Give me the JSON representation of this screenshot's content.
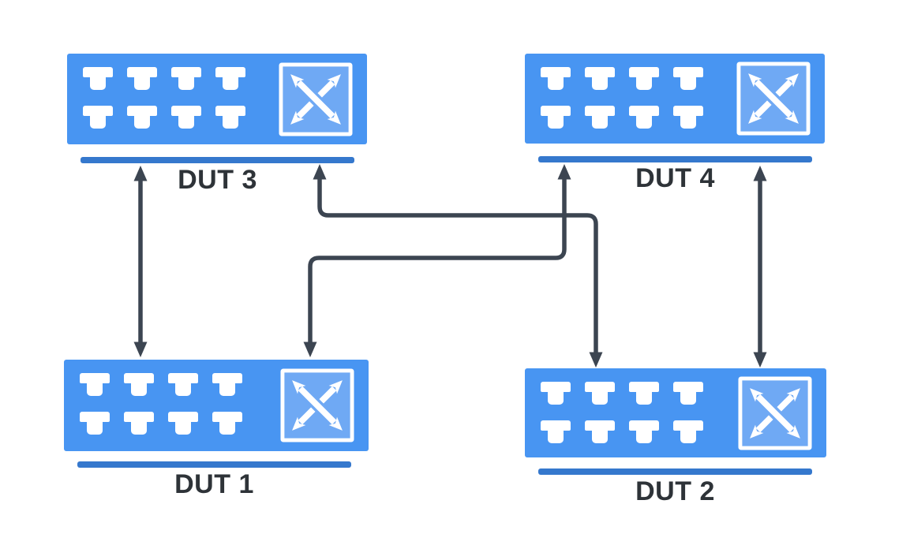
{
  "diagram": {
    "type": "network-topology",
    "nodes": [
      {
        "id": "dut3",
        "label": "DUT 3",
        "position": "top-left",
        "kind": "switch",
        "ports": 8
      },
      {
        "id": "dut4",
        "label": "DUT 4",
        "position": "top-right",
        "kind": "switch",
        "ports": 8
      },
      {
        "id": "dut1",
        "label": "DUT 1",
        "position": "bottom-left",
        "kind": "switch",
        "ports": 8
      },
      {
        "id": "dut2",
        "label": "DUT 2",
        "position": "bottom-right",
        "kind": "switch",
        "ports": 8
      }
    ],
    "node_style": {
      "port_rows": 2,
      "ports_per_row": 4,
      "icon": "crossconnect-switch-icon"
    },
    "connections": [
      {
        "from": "DUT 3",
        "to": "DUT 1",
        "bidirectional": true,
        "route": "straight-vertical"
      },
      {
        "from": "DUT 4",
        "to": "DUT 2",
        "bidirectional": true,
        "route": "straight-vertical"
      },
      {
        "from": "DUT 3",
        "to": "DUT 2",
        "bidirectional": true,
        "route": "orthogonal"
      },
      {
        "from": "DUT 4",
        "to": "DUT 1",
        "bidirectional": true,
        "route": "orthogonal"
      }
    ],
    "colors": {
      "switch_body": "#4895F2",
      "switch_icon_fill": "#6FA9F4",
      "port": "#FFFFFF",
      "underline_bar": "#3578CD",
      "connector": "#3C4551",
      "label_text": "#2E3338",
      "background": "#FFFFFF"
    }
  }
}
